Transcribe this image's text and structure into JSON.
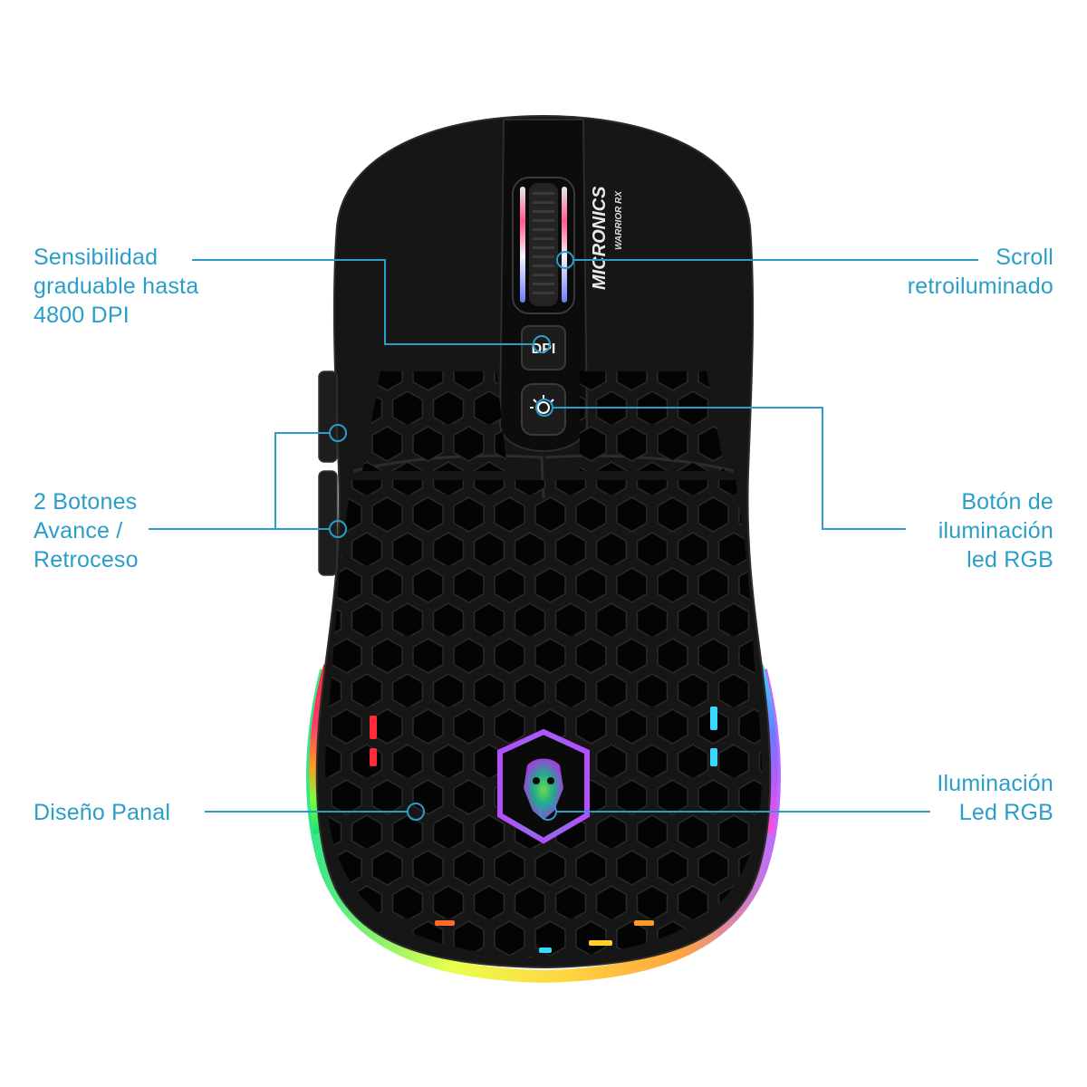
{
  "brand": {
    "name": "MICRONICS",
    "model": "WARRIOR RX",
    "dpi_button_text": "DPI"
  },
  "callouts": {
    "sensitivity": {
      "lines": [
        "Sensibilidad",
        "graduable hasta",
        "4800 DPI"
      ]
    },
    "scroll": {
      "lines": [
        "Scroll",
        "retroiluminado"
      ]
    },
    "side_buttons": {
      "lines": [
        "2 Botones",
        "Avance /",
        "Retroceso"
      ]
    },
    "rgb_button": {
      "lines": [
        "Botón de",
        "iluminación",
        "led RGB"
      ]
    },
    "honeycomb": {
      "lines": [
        "Diseño Panal"
      ]
    },
    "rgb_lighting": {
      "lines": [
        "Iluminación",
        "Led RGB"
      ]
    }
  },
  "colors": {
    "accent": "#2a9ec9",
    "mouse_body": "#151515",
    "background": "#ffffff"
  },
  "icons": [
    "light-bulb-icon",
    "skull-logo-icon"
  ]
}
